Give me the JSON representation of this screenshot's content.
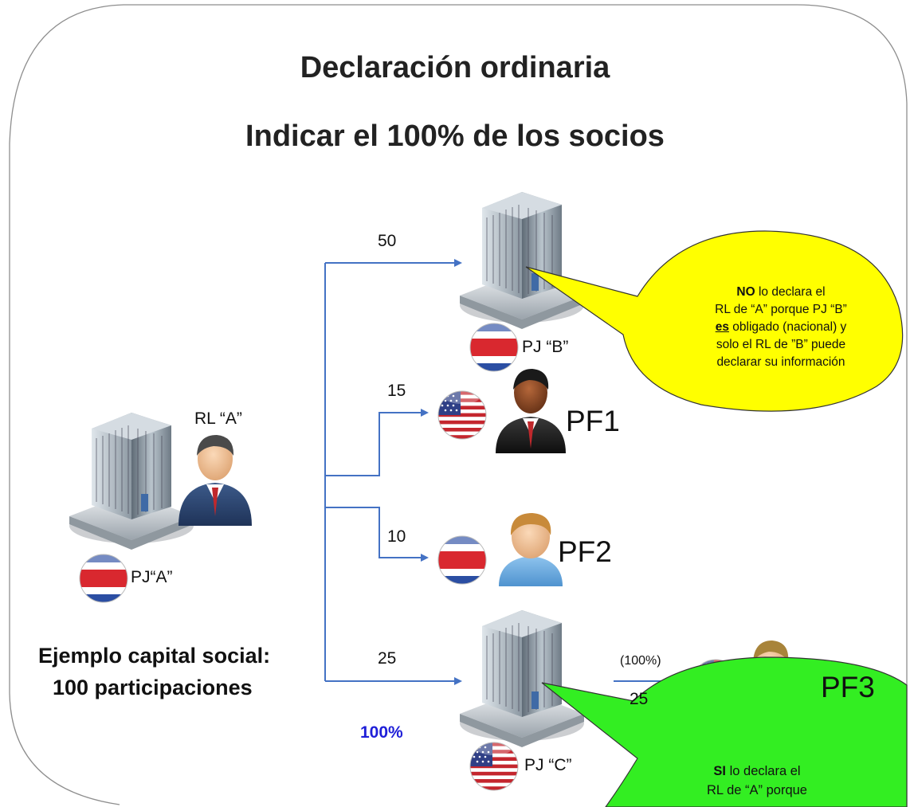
{
  "title": {
    "line1": "Declaración ordinaria",
    "line2": "Indicar el 100% de los socios"
  },
  "entity_a": {
    "rl_label": "RL “A”",
    "pj_label": "PJ“A”",
    "flag": "costa-rica-flag"
  },
  "example": {
    "line1": "Ejemplo capital social:",
    "line2": "100 participaciones",
    "total": "100%"
  },
  "branches": {
    "b": {
      "value": "50",
      "label": "PJ “B”",
      "flag": "costa-rica-flag"
    },
    "pf1": {
      "value": "15",
      "label": "PF1",
      "flag": "usa-flag"
    },
    "pf2": {
      "value": "10",
      "label": "PF2",
      "flag": "costa-rica-flag"
    },
    "c": {
      "value": "25",
      "label": "PJ “C”",
      "flag": "usa-flag"
    },
    "pf3": {
      "percent": "(100%)",
      "value": "25",
      "label": "PF3",
      "flag": "usa-flag"
    }
  },
  "callout_no": {
    "line1_bold": "NO",
    "line1_rest": " lo declara el",
    "line2": "RL de “A” porque PJ “B”",
    "line3_bold": "es",
    "line3_rest": " obligado (nacional) y",
    "line4": "solo el RL de ”B” puede",
    "line5": "declarar su información"
  },
  "callout_si": {
    "line1_bold": "SI",
    "line1_rest": " lo declara el",
    "line2": "RL de “A” porque"
  },
  "colors": {
    "arrow": "#4472c4",
    "callout_no": "#ffff00",
    "callout_si": "#33ee22",
    "total": "#1f1fd8"
  }
}
